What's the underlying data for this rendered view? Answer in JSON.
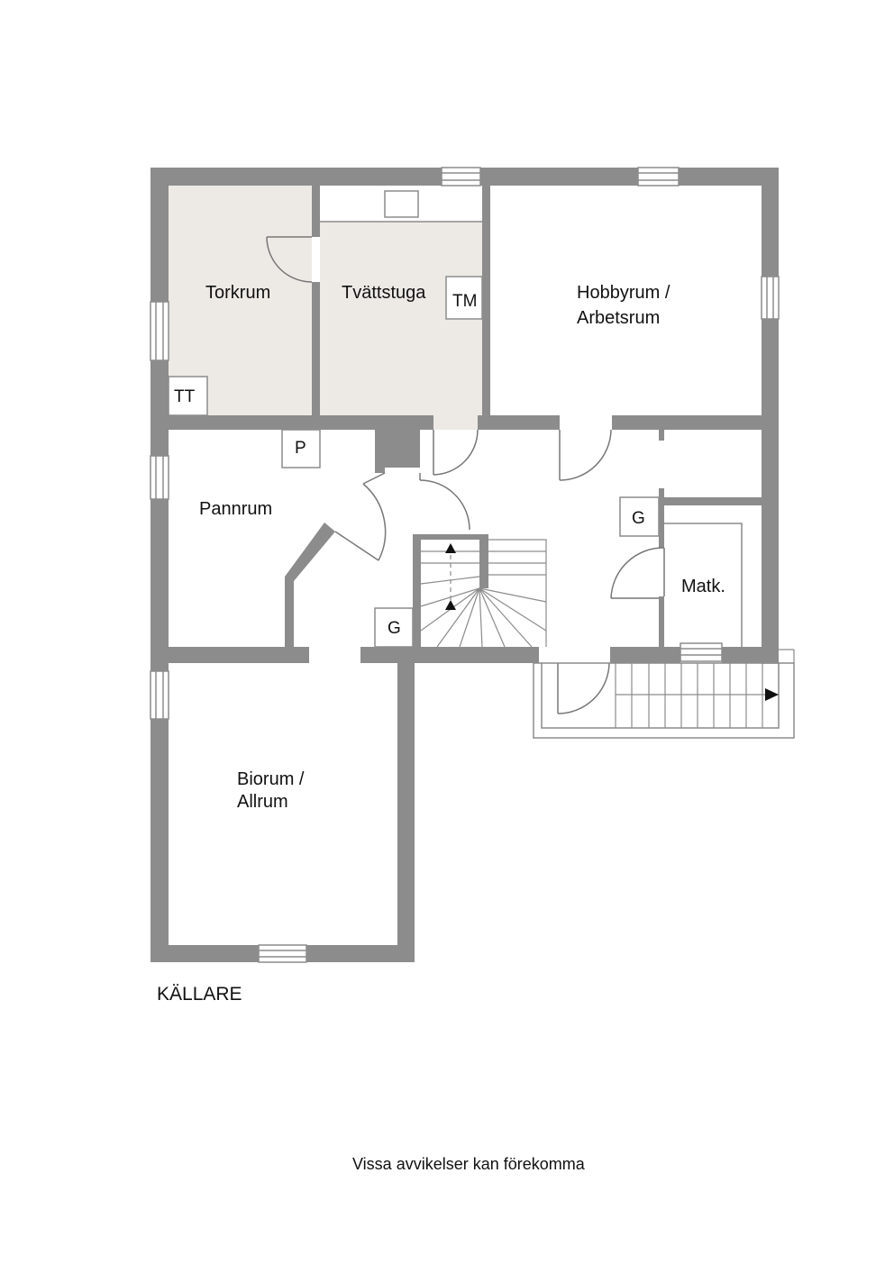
{
  "rooms": {
    "torkrum": "Torkrum",
    "tvattstuga": "Tvättstuga",
    "hobbyrum_line1": "Hobbyrum /",
    "hobbyrum_line2": "Arbetsrum",
    "pannrum": "Pannrum",
    "matk": "Matk.",
    "biorum_line1": "Biorum /",
    "biorum_line2": "Allrum"
  },
  "fixtures": {
    "tm": "TM",
    "tt": "TT",
    "p": "P",
    "g_hall": "G",
    "g_stair": "G"
  },
  "floor_label": "KÄLLARE",
  "disclaimer": "Vissa avvikelser kan förekomma",
  "colors": {
    "wall": "#8c8c8c",
    "wet_room_floor": "#edeae6",
    "background": "#ffffff"
  }
}
